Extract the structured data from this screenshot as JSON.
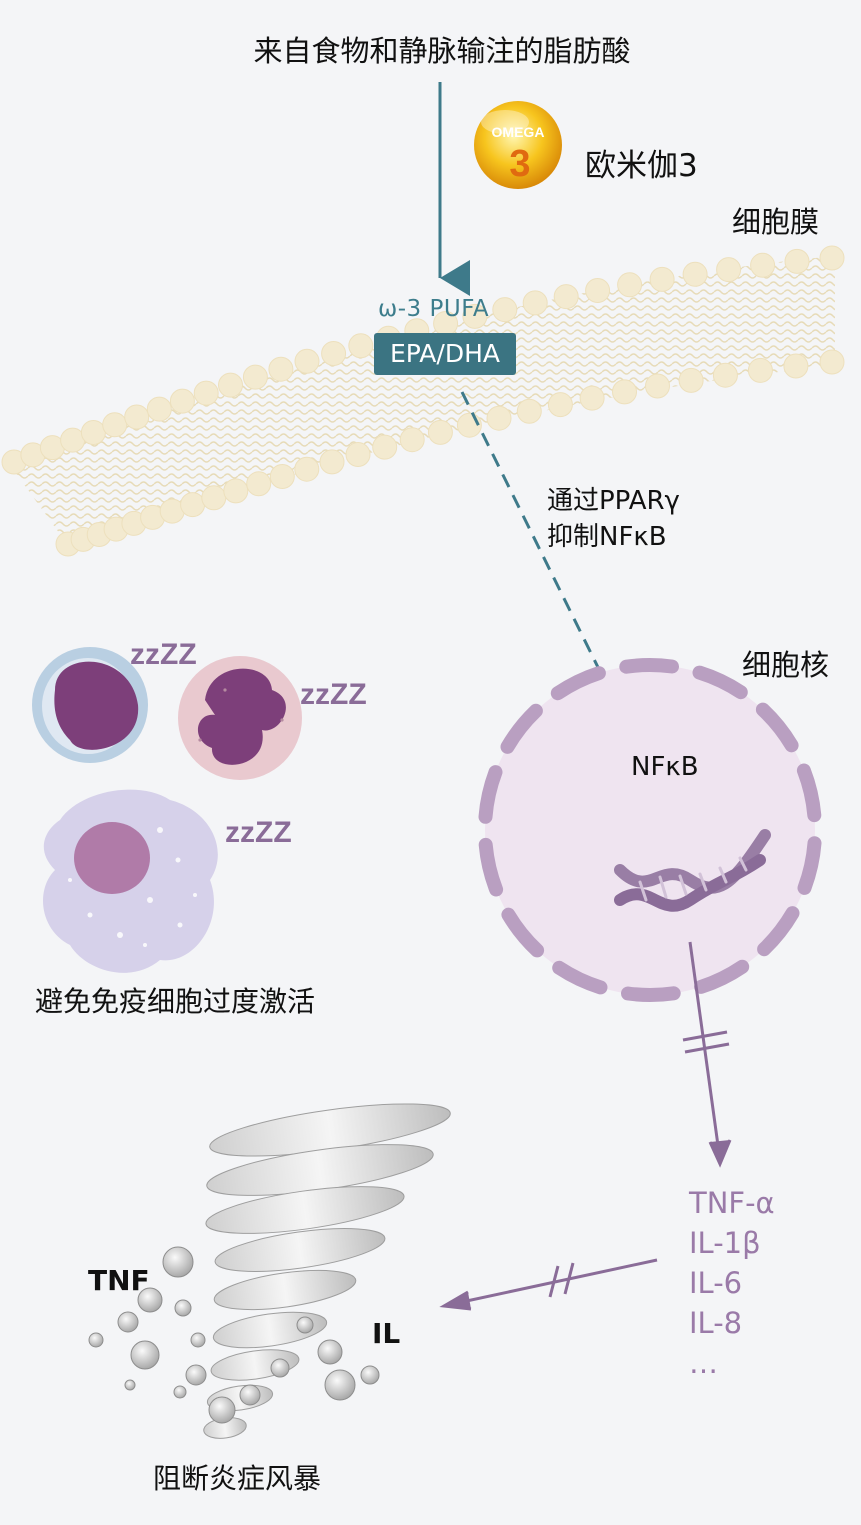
{
  "title": "来自食物和静脉输注的脂肪酸",
  "omega_badge": {
    "line1": "OMEGA",
    "line2": "3"
  },
  "omega_label": "欧米伽3",
  "membrane_label": "细胞膜",
  "pufa_label": "ω-3 PUFA",
  "epa_dha_label": "EPA/DHA",
  "ppar_text": [
    "通过PPARγ",
    "抑制NFκB"
  ],
  "nucleus_label": "细胞核",
  "nfkb_label": "NFκB",
  "sleep_marks": [
    "zzZZ",
    "zzZZ",
    "zzZZ"
  ],
  "immune_label": "避免免疫细胞过度激活",
  "cytokines": [
    "TNF-α",
    "IL-1β",
    "IL-6",
    "IL-8",
    "…"
  ],
  "storm_tnf": "TNF",
  "storm_il": "IL",
  "storm_label": "阻断炎症风暴",
  "colors": {
    "arrow_teal": "#3e7a8a",
    "purple": "#8a6c98",
    "membrane": "#f3ead0",
    "nucleus": "#efe4f0"
  }
}
